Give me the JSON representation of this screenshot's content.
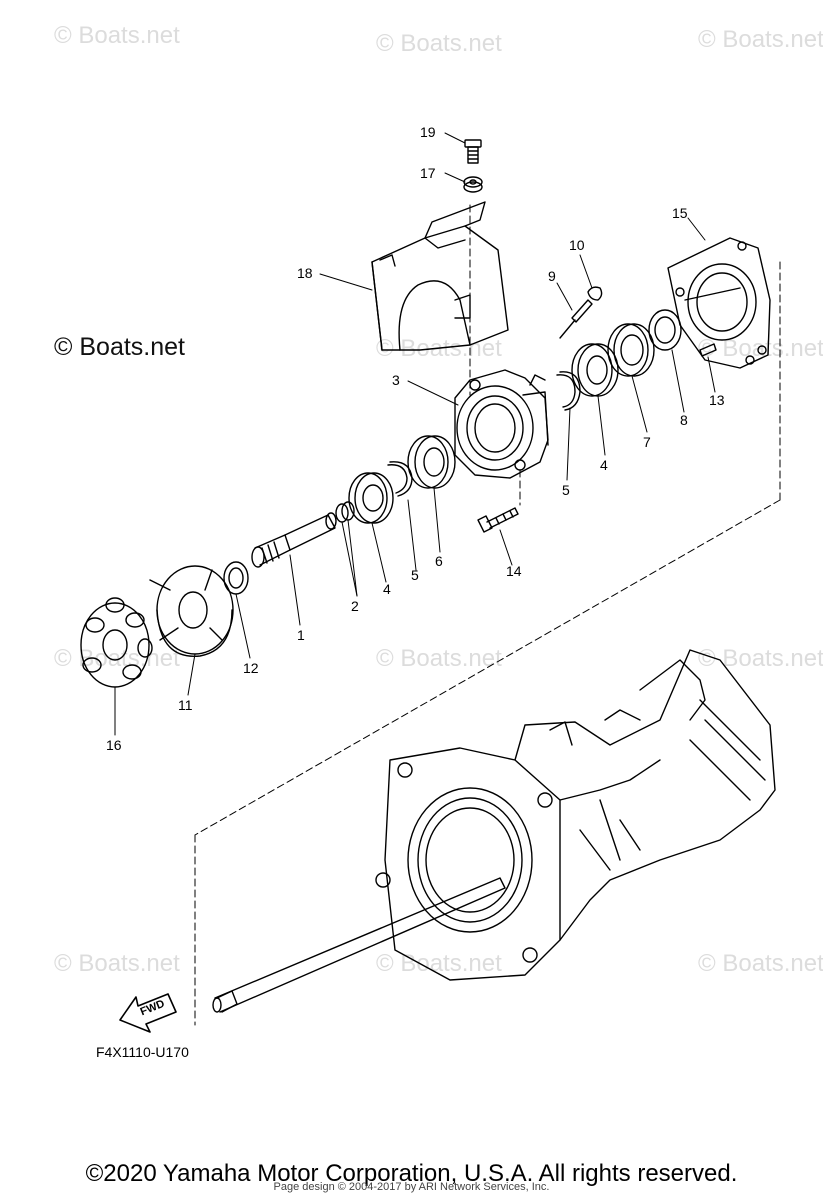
{
  "watermarks": {
    "text": "© Boats.net",
    "main_text": "© Boats.net"
  },
  "labels": {
    "l1": "1",
    "l2": "2",
    "l3": "3",
    "l4a": "4",
    "l4b": "4",
    "l5a": "5",
    "l5b": "5",
    "l6": "6",
    "l7": "7",
    "l8": "8",
    "l9": "9",
    "l10": "10",
    "l11": "11",
    "l12": "12",
    "l13": "13",
    "l14": "14",
    "l15": "15",
    "l16": "16",
    "l17": "17",
    "l18": "18",
    "l19": "19"
  },
  "fwd_label": "FWD",
  "diagram_code": "F4X1110-U170",
  "copyright": "©2020 Yamaha Motor Corporation, U.S.A. All rights reserved.",
  "page_design": "Page design © 2004-2017 by ARI Network Services, Inc."
}
